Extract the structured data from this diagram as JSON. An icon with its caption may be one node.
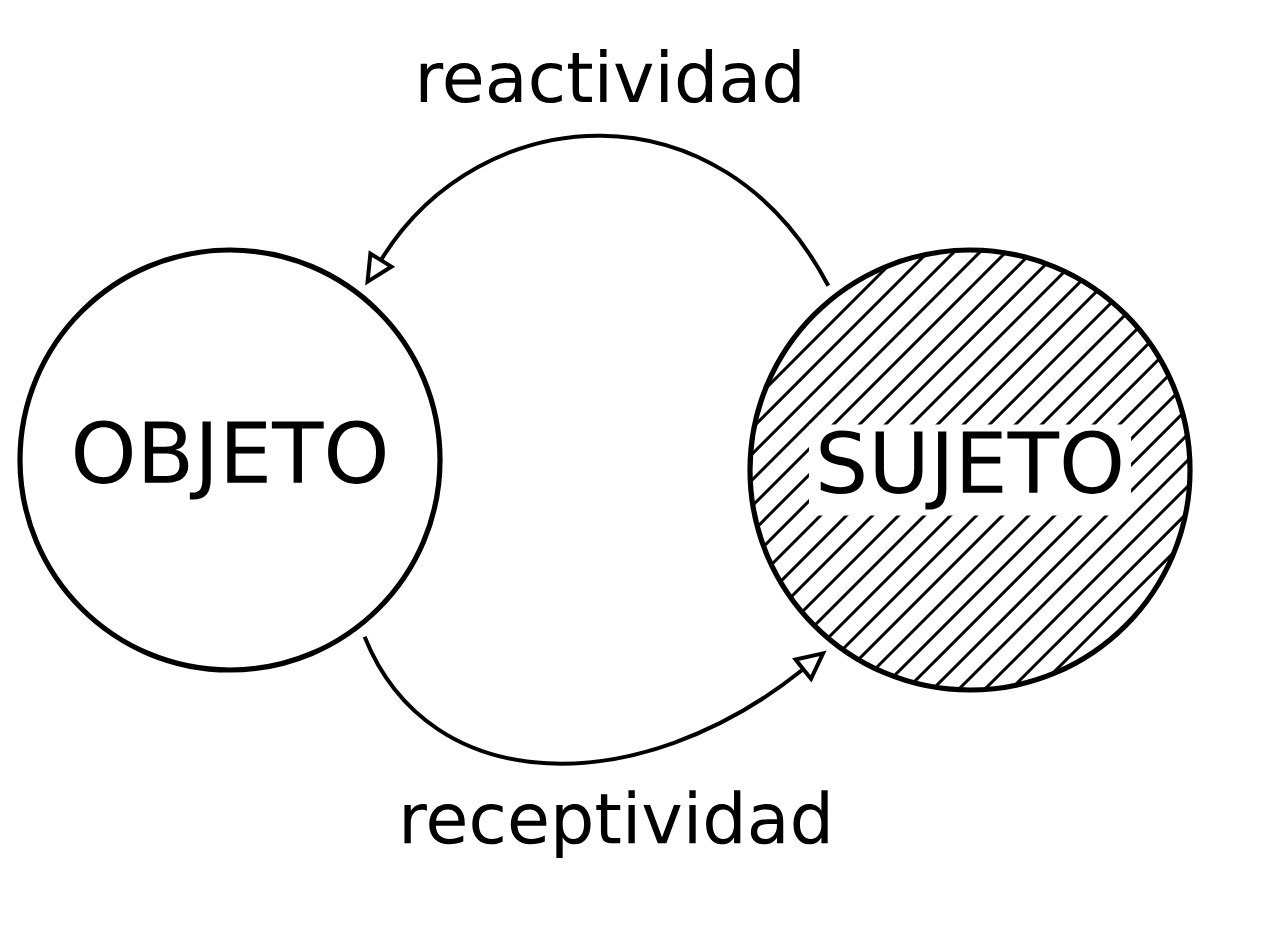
{
  "diagram": {
    "nodes": [
      {
        "text": [
          "OBJETO"
        ]
      },
      {
        "text": [
          "SUJETO"
        ]
      }
    ],
    "edges": [
      {
        "from": 1,
        "to": 0,
        "arrow": "to",
        "label": "reactividad"
      },
      {
        "from": 0,
        "to": 1,
        "arrow": "to",
        "label": "receptividad"
      }
    ]
  }
}
